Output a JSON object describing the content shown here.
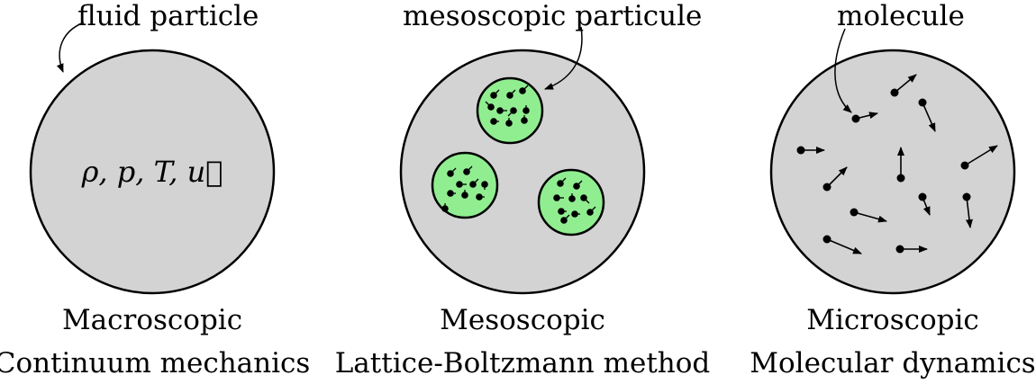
{
  "panels": [
    {
      "pointer_label": "fluid particle",
      "formula": "ρ, p, T, u⃗",
      "scale": "Macroscopic",
      "method": "Continuum mechanics"
    },
    {
      "pointer_label": "mesoscopic particule",
      "scale": "Mesoscopic",
      "method": "Lattice-Boltzmann method"
    },
    {
      "pointer_label": "molecule",
      "scale": "Microscopic",
      "method": "Molecular dynamics"
    }
  ],
  "colors": {
    "domain_fill": "#d3d3d3",
    "meso_fill": "#90ee90",
    "stroke": "#000000"
  }
}
